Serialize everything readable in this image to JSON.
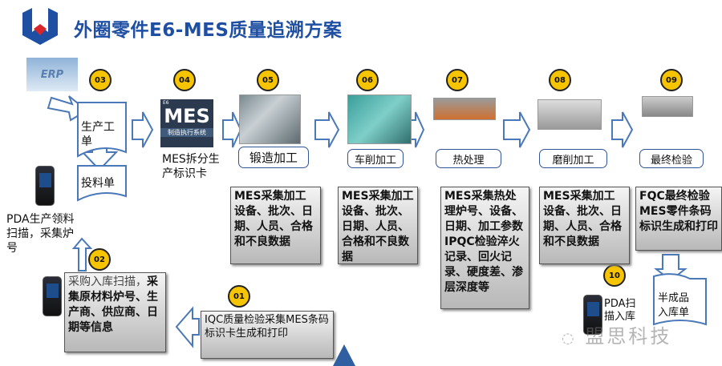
{
  "header": {
    "title": "外圈零件E6-MES质量追溯方案"
  },
  "erp": {
    "label": "ERP"
  },
  "docs": {
    "work_order": "生产工单",
    "feed_order": "投料单",
    "semi_finished": "半成品入库单"
  },
  "mes_logo": {
    "brand": "MES",
    "subtitle": "制造执行系统",
    "tag": "E6"
  },
  "steps": [
    {
      "num": "01",
      "text": "IQC质量检验采集MES条码标识卡生成和打印"
    },
    {
      "num": "02",
      "text_plain": "采购入库扫描，",
      "text_bold": "采集原材料炉号、生产商、供应商、日期等信息"
    },
    {
      "num": "03",
      "caption": "PDA生产领料扫描，采集炉号"
    },
    {
      "num": "04",
      "caption": "MES拆分生产标识卡"
    },
    {
      "num": "05",
      "label": "锻造加工",
      "text": "MES采集加工设备、批次、日期、人员、合格和不良数据"
    },
    {
      "num": "06",
      "label": "车削加工",
      "text": "MES采集加工设备、批次、日期、人员、合格和不良数据"
    },
    {
      "num": "07",
      "label": "热处理",
      "text": "MES采集热处理炉号、设备、日期、加工参数IPQC检验淬火记录、回火记录、硬度差、渗层深度等"
    },
    {
      "num": "08",
      "label": "磨削加工",
      "text": "MES采集加工设备、批次、日期、人员、合格和不良数据"
    },
    {
      "num": "09",
      "label": "最终检验",
      "text": "FQC最终检验MES零件条码标识生成和打印"
    },
    {
      "num": "10",
      "caption": "PDA扫描入库"
    }
  ],
  "watermark": "盟思科技",
  "colors": {
    "title": "#1f4fa3",
    "badge": "#f6c400",
    "arrow": "#4a78b8"
  }
}
